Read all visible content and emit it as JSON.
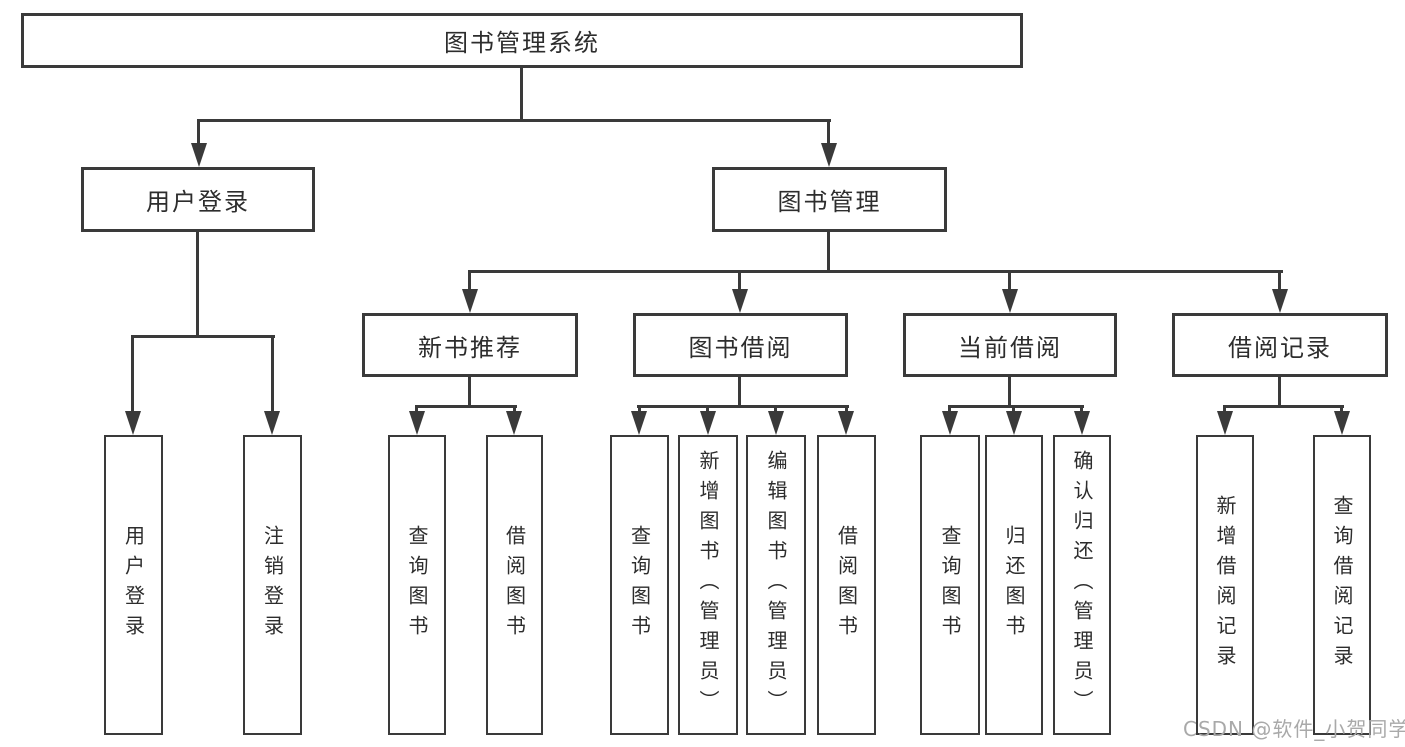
{
  "colors": {
    "line": "#3a3a3a",
    "text": "#2d2d2d",
    "fill": "#ffffff",
    "background": "#ffffff",
    "watermark": "#a9a9a9"
  },
  "tree": {
    "root": {
      "label": "图书管理系统"
    },
    "branches": [
      {
        "label": "用户登录",
        "children": [
          {
            "label": "用户登录"
          },
          {
            "label": "注销登录"
          }
        ]
      },
      {
        "label": "图书管理",
        "children": [
          {
            "label": "新书推荐",
            "children": [
              {
                "label": "查询图书"
              },
              {
                "label": "借阅图书"
              }
            ]
          },
          {
            "label": "图书借阅",
            "children": [
              {
                "label": "查询图书"
              },
              {
                "label": "新增图书（管理员）"
              },
              {
                "label": "编辑图书（管理员）"
              },
              {
                "label": "借阅图书"
              }
            ]
          },
          {
            "label": "当前借阅",
            "children": [
              {
                "label": "查询图书"
              },
              {
                "label": "归还图书"
              },
              {
                "label": "确认归还（管理员）"
              }
            ]
          },
          {
            "label": "借阅记录",
            "children": [
              {
                "label": "新增借阅记录"
              },
              {
                "label": "查询借阅记录"
              }
            ]
          }
        ]
      }
    ]
  },
  "watermark": {
    "text": "CSDN @软件_小贺同学"
  }
}
